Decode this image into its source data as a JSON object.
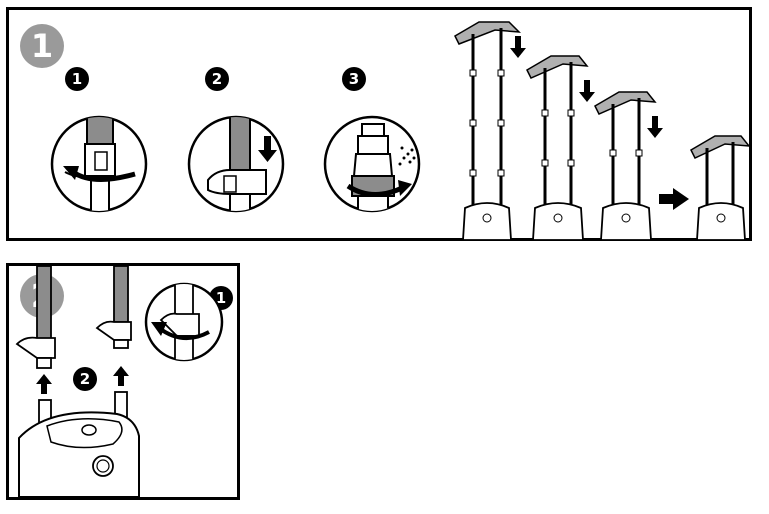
{
  "panel_1": {
    "step_number": "1",
    "sub_steps": [
      "1",
      "2",
      "3"
    ]
  },
  "panel_2": {
    "step_number": "2",
    "sub_steps": [
      "1",
      "2"
    ]
  },
  "colors": {
    "badge_gray": "#9a9a9a",
    "part_gray": "#8c8c8c",
    "line": "#000000"
  },
  "icons": [
    "twist-arrow-icon",
    "down-arrow-icon",
    "up-arrow-icon",
    "right-arrow-icon",
    "spray-icon"
  ]
}
